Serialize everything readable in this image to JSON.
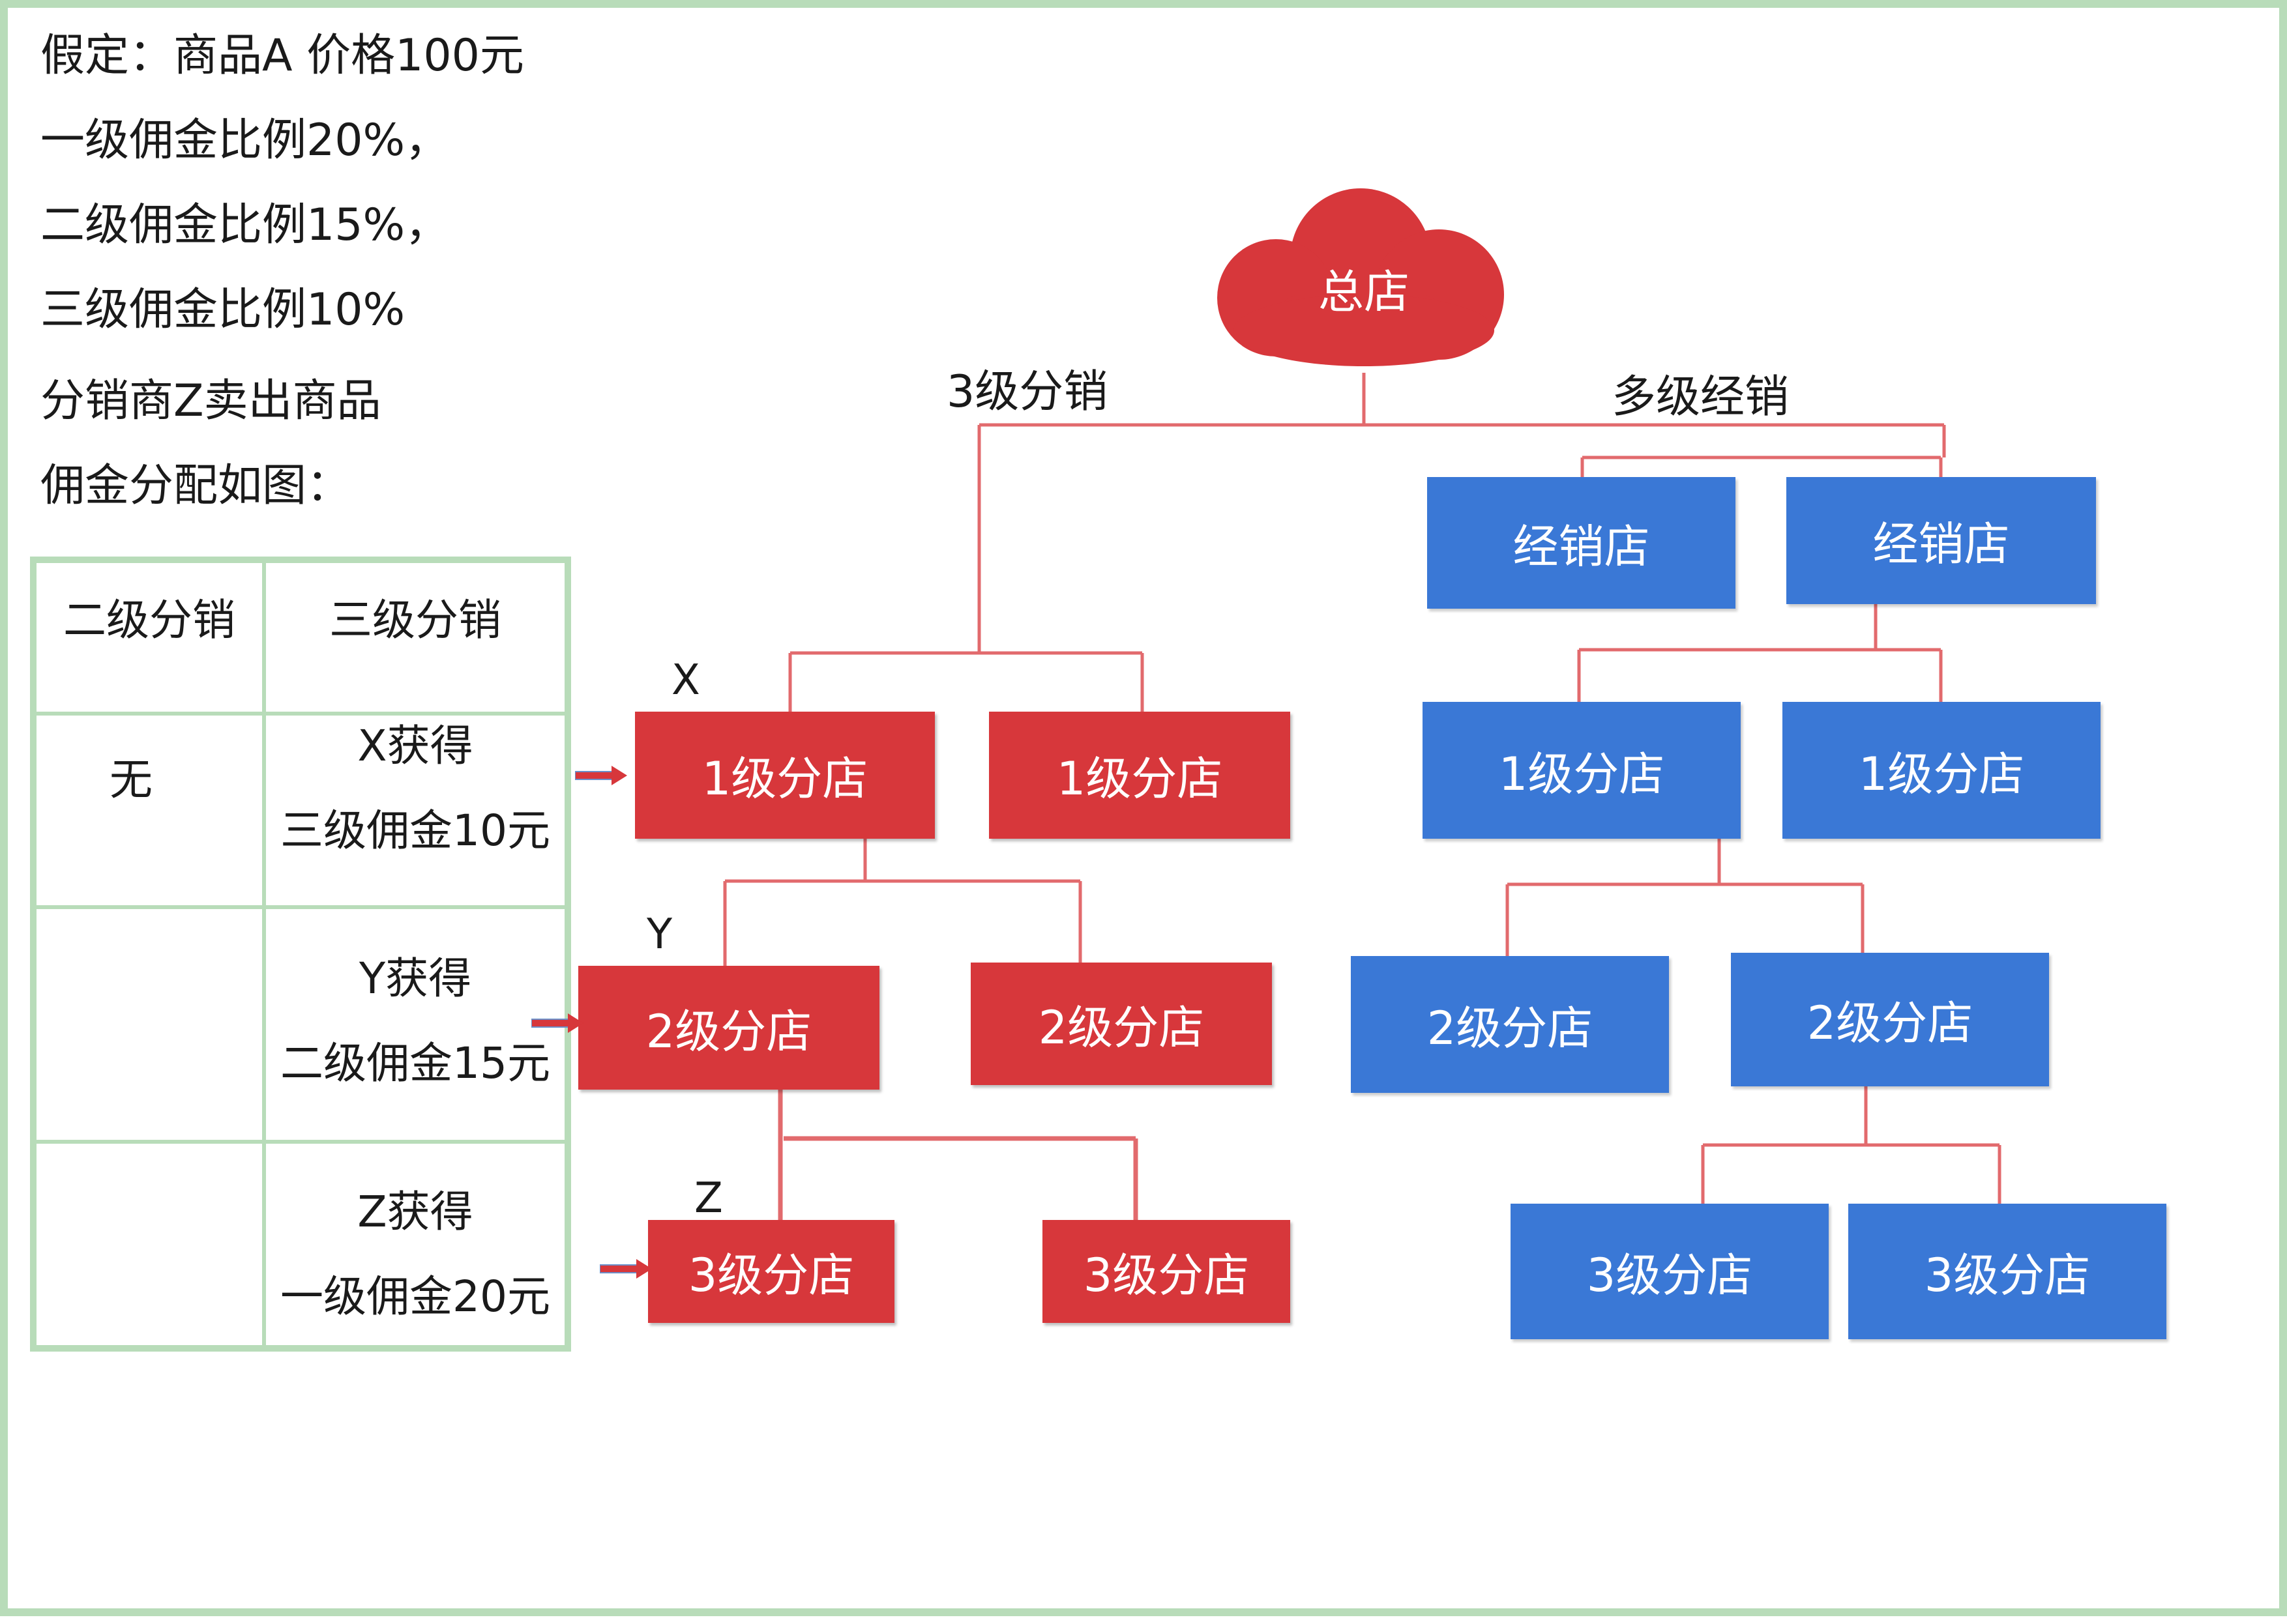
{
  "intro": [
    "假定：商品A 价格100元",
    "一级佣金比例20%，",
    "二级佣金比例15%，",
    "三级佣金比例10%",
    "分销商Z卖出商品",
    "佣金分配如图："
  ],
  "cloud_label": "总店",
  "branch_labels": {
    "left": "3级分销",
    "right": "多级经销"
  },
  "letters": {
    "x": "X",
    "y": "Y",
    "z": "Z"
  },
  "red_nodes": {
    "l1": [
      "1级分店",
      "1级分店"
    ],
    "l2": [
      "2级分店",
      "2级分店"
    ],
    "l3": [
      "3级分店",
      "3级分店"
    ]
  },
  "blue_nodes": {
    "dealers": [
      "经销店",
      "经销店"
    ],
    "l1": [
      "1级分店",
      "1级分店"
    ],
    "l2": [
      "2级分店",
      "2级分店"
    ],
    "l3": [
      "3级分店",
      "3级分店"
    ]
  },
  "table": {
    "headers": [
      "二级分销",
      "三级分销"
    ],
    "rows": [
      {
        "col1": "无",
        "col2_line1": "X获得",
        "col2_line2": "三级佣金10元"
      },
      {
        "col1": "",
        "col2_line1": "Y获得",
        "col2_line2": "二级佣金15元"
      },
      {
        "col1": "",
        "col2_line1": "Z获得",
        "col2_line2": "一级佣金20元"
      }
    ]
  },
  "colors": {
    "red": "#d7373b",
    "blue": "#3a78d6",
    "green_border": "#b8dcb9",
    "line": "#e26a6d"
  }
}
